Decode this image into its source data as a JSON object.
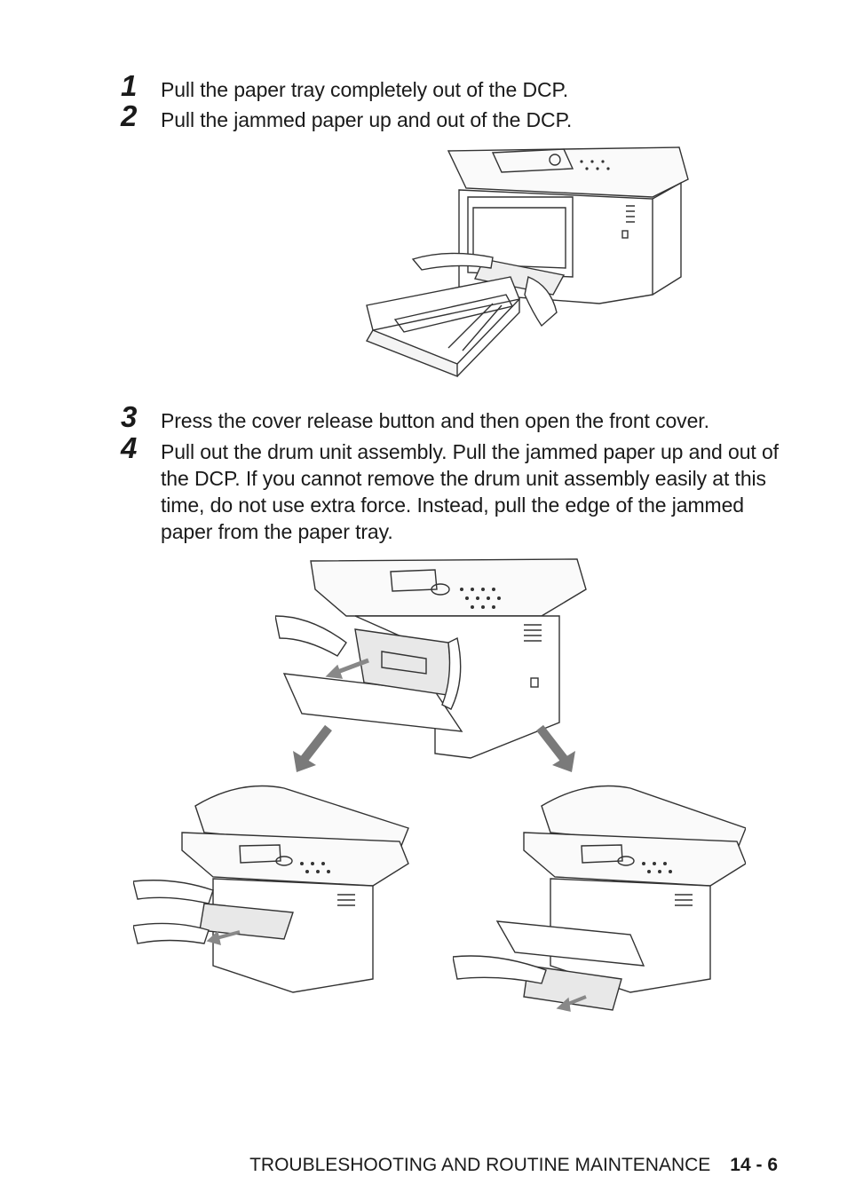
{
  "steps": [
    {
      "num": "1",
      "text": "Pull the paper tray completely out of the DCP."
    },
    {
      "num": "2",
      "text": "Pull the jammed paper up and out of the DCP."
    },
    {
      "num": "3",
      "text": "Press the cover release button and then open the front cover."
    },
    {
      "num": "4",
      "text": "Pull out the drum unit assembly. Pull the jammed paper up and out of the DCP. If you cannot remove the drum unit assembly easily at this time, do not use extra force. Instead, pull the edge of the jammed paper from the paper tray."
    }
  ],
  "footer": {
    "section": "TROUBLESHOOTING AND ROUTINE MAINTENANCE",
    "page": "14 - 6"
  }
}
